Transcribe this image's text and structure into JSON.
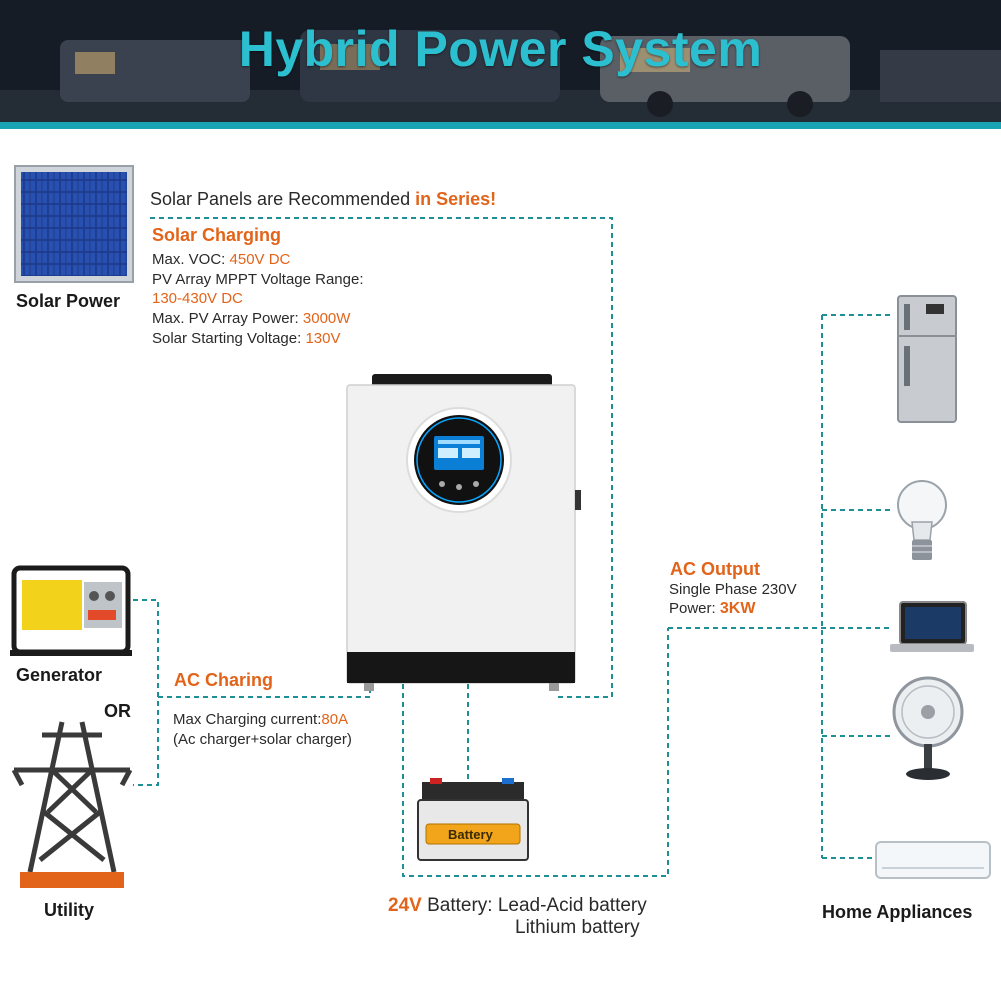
{
  "title": "Hybrid Power System",
  "solar": {
    "label": "Solar Power",
    "recommend_prefix": "Solar Panels are Recommended ",
    "recommend_highlight": "in Series!",
    "header": "Solar Charging",
    "voc_label": "Max. VOC: ",
    "voc_value": "450V DC",
    "mppt_label": "PV Array MPPT Voltage Range:",
    "mppt_value": "130-430V DC",
    "power_label": "Max. PV Array Power: ",
    "power_value": "3000W",
    "start_label": "Solar Starting Voltage: ",
    "start_value": "130V"
  },
  "ac_charging": {
    "generator_label": "Generator",
    "or_label": "OR",
    "utility_label": "Utility",
    "header": "AC Charing",
    "current_label": "Max Charging current:",
    "current_value": "80A",
    "note": "(Ac charger+solar charger)"
  },
  "ac_output": {
    "header": "AC Output",
    "phase": "Single Phase 230V",
    "power_label": "Power: ",
    "power_value": "3KW",
    "appliances_label": "Home Appliances"
  },
  "battery": {
    "voltage": "24V",
    "type_label": " Battery: Lead-Acid battery",
    "type_2": "Lithium battery",
    "icon_text": "Battery"
  },
  "colors": {
    "accent": "#e2641a",
    "title": "#2bbfd0",
    "dashed_line": "#1f8f96",
    "teal_bar": "#19a3b3"
  }
}
